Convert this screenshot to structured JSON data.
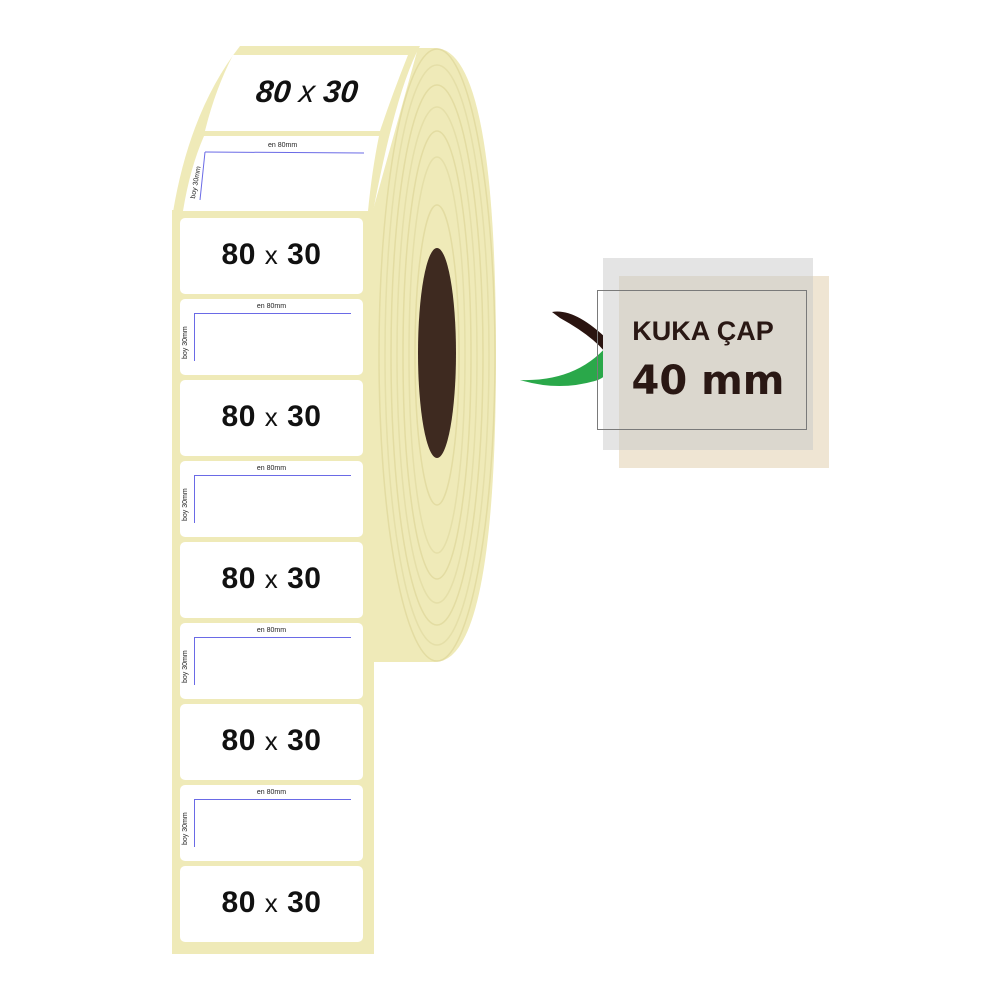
{
  "product": {
    "top_label": {
      "size": "80",
      "sep": "x",
      "size2": "30"
    },
    "labels": [
      {
        "kind": "dim",
        "en": "en 80mm",
        "boy": "boy 30mm"
      },
      {
        "kind": "title",
        "text1": "80",
        "sep": "x",
        "text2": "30"
      },
      {
        "kind": "dim",
        "en": "en 80mm",
        "boy": "boy 30mm"
      },
      {
        "kind": "title",
        "text1": "80",
        "sep": "x",
        "text2": "30"
      },
      {
        "kind": "dim",
        "en": "en 80mm",
        "boy": "boy 30mm"
      },
      {
        "kind": "title",
        "text1": "80",
        "sep": "x",
        "text2": "30"
      },
      {
        "kind": "dim",
        "en": "en 80mm",
        "boy": "boy 30mm"
      },
      {
        "kind": "title",
        "text1": "80",
        "sep": "x",
        "text2": "30"
      },
      {
        "kind": "dim",
        "en": "en 80mm",
        "boy": "boy 30mm"
      },
      {
        "kind": "title",
        "text1": "80",
        "sep": "x",
        "text2": "30"
      }
    ]
  },
  "badge": {
    "line1": "KUKA ÇAP",
    "line2": "40 mm"
  },
  "colors": {
    "paper": "#efeab8",
    "core": "#3e2a20",
    "arrow_dark": "#2a1410",
    "arrow_green": "#2aa84a",
    "dimension_line": "#6a6ae6"
  },
  "icons": {
    "pointer": "swoosh-arrow-icon"
  }
}
